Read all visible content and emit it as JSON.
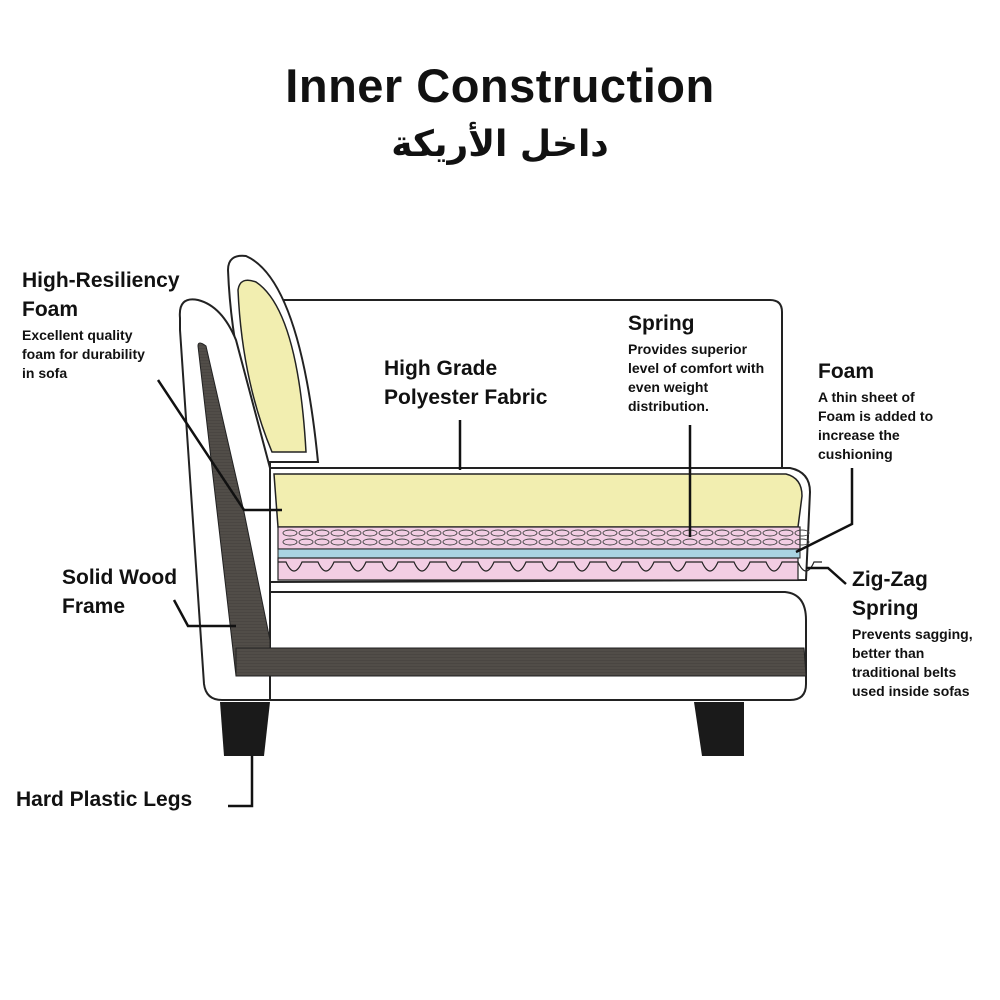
{
  "title": "Inner Construction",
  "subtitle": "داخل الأريكة",
  "labels": {
    "hr_foam": {
      "head": [
        "High-Resiliency",
        "Foam"
      ],
      "desc": [
        "Excellent quality",
        "foam for durability",
        "in sofa"
      ]
    },
    "fabric": {
      "head": [
        "High Grade",
        "Polyester Fabric"
      ]
    },
    "spring": {
      "head": [
        "Spring"
      ],
      "desc": [
        "Provides superior",
        "level of comfort with",
        "even weight",
        "distribution."
      ]
    },
    "foam": {
      "head": [
        "Foam"
      ],
      "desc": [
        "A thin sheet of",
        "Foam is added to",
        "increase the",
        "cushioning"
      ]
    },
    "wood": {
      "head": [
        "Solid Wood",
        "Frame"
      ]
    },
    "zigzag": {
      "head": [
        "Zig-Zag",
        "Spring"
      ],
      "desc": [
        "Prevents sagging,",
        "better than",
        "traditional belts",
        "used inside sofas"
      ]
    },
    "legs": {
      "head": [
        "Hard Plastic Legs"
      ]
    }
  },
  "colors": {
    "outline": "#222222",
    "foam_yellow": "#f2eeb0",
    "spring_pink": "#f2cde3",
    "foam_blue": "#a9d4e2",
    "wood_dark": "#4a4642",
    "leg_black": "#1a1a1a"
  }
}
